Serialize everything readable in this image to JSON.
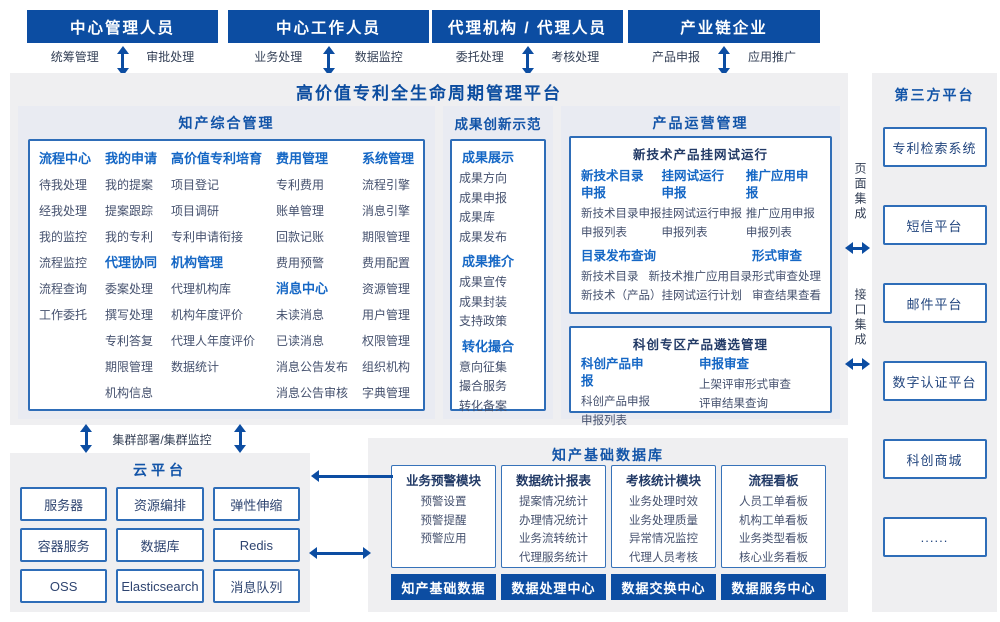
{
  "top_actors": [
    {
      "title": "中心管理人员",
      "left": "统筹管理",
      "right": "审批处理"
    },
    {
      "title": "中心工作人员",
      "left": "业务处理",
      "right": "数据监控"
    },
    {
      "title": "代理机构 / 代理人员",
      "left": "委托处理",
      "right": "考核处理"
    },
    {
      "title": "产业链企业",
      "left": "产品申报",
      "right": "应用推广"
    }
  ],
  "platform_title": "高价值专利全生命周期管理平台",
  "ip_management": {
    "title": "知产综合管理",
    "columns": [
      {
        "entries": [
          {
            "label": "流程中心",
            "type": "header"
          },
          {
            "label": "待我处理",
            "type": "item"
          },
          {
            "label": "经我处理",
            "type": "item"
          },
          {
            "label": "我的监控",
            "type": "item"
          },
          {
            "label": "流程监控",
            "type": "item"
          },
          {
            "label": "流程查询",
            "type": "item"
          },
          {
            "label": "工作委托",
            "type": "item"
          }
        ]
      },
      {
        "entries": [
          {
            "label": "我的申请",
            "type": "header"
          },
          {
            "label": "我的提案",
            "type": "item"
          },
          {
            "label": "提案跟踪",
            "type": "item"
          },
          {
            "label": "我的专利",
            "type": "item"
          },
          {
            "label": "代理协同",
            "type": "header"
          },
          {
            "label": "委案处理",
            "type": "item"
          },
          {
            "label": "撰写处理",
            "type": "item"
          },
          {
            "label": "专利答复",
            "type": "item"
          },
          {
            "label": "期限管理",
            "type": "item"
          },
          {
            "label": "机构信息",
            "type": "item"
          }
        ]
      },
      {
        "entries": [
          {
            "label": "高价值专利培育",
            "type": "header"
          },
          {
            "label": "项目登记",
            "type": "item"
          },
          {
            "label": "项目调研",
            "type": "item"
          },
          {
            "label": "专利申请衔接",
            "type": "item"
          },
          {
            "label": "机构管理",
            "type": "header"
          },
          {
            "label": "代理机构库",
            "type": "item"
          },
          {
            "label": "机构年度评价",
            "type": "item"
          },
          {
            "label": "代理人年度评价",
            "type": "item"
          },
          {
            "label": "数据统计",
            "type": "item"
          }
        ]
      },
      {
        "entries": [
          {
            "label": "费用管理",
            "type": "header"
          },
          {
            "label": "专利费用",
            "type": "item"
          },
          {
            "label": "账单管理",
            "type": "item"
          },
          {
            "label": "回款记账",
            "type": "item"
          },
          {
            "label": "费用预警",
            "type": "item"
          },
          {
            "label": "消息中心",
            "type": "header"
          },
          {
            "label": "未读消息",
            "type": "item"
          },
          {
            "label": "已读消息",
            "type": "item"
          },
          {
            "label": "消息公告发布",
            "type": "item"
          },
          {
            "label": "消息公告审核",
            "type": "item"
          }
        ]
      },
      {
        "entries": [
          {
            "label": "系统管理",
            "type": "header"
          },
          {
            "label": "流程引擎",
            "type": "item"
          },
          {
            "label": "消息引擎",
            "type": "item"
          },
          {
            "label": "期限管理",
            "type": "item"
          },
          {
            "label": "费用配置",
            "type": "item"
          },
          {
            "label": "资源管理",
            "type": "item"
          },
          {
            "label": "用户管理",
            "type": "item"
          },
          {
            "label": "权限管理",
            "type": "item"
          },
          {
            "label": "组织机构",
            "type": "item"
          },
          {
            "label": "字典管理",
            "type": "item"
          }
        ]
      }
    ]
  },
  "achievement": {
    "title": "成果创新示范",
    "entries": [
      {
        "label": "成果展示",
        "type": "header"
      },
      {
        "label": "成果方向",
        "type": "item"
      },
      {
        "label": "成果申报",
        "type": "item"
      },
      {
        "label": "成果库",
        "type": "item"
      },
      {
        "label": "成果发布",
        "type": "item"
      },
      {
        "label": "成果推介",
        "type": "header"
      },
      {
        "label": "成果宣传",
        "type": "item"
      },
      {
        "label": "成果封装",
        "type": "item"
      },
      {
        "label": "支持政策",
        "type": "item"
      },
      {
        "label": "转化撮合",
        "type": "header"
      },
      {
        "label": "意向征集",
        "type": "item"
      },
      {
        "label": "撮合服务",
        "type": "item"
      },
      {
        "label": "转化备案",
        "type": "item"
      }
    ]
  },
  "product_ops": {
    "title": "产品运营管理",
    "online_trial": {
      "title": "新技术产品挂网试运行",
      "columns": [
        {
          "header": "新技术目录申报",
          "items": [
            "新技术目录申报",
            "申报列表"
          ]
        },
        {
          "header": "挂网试运行申报",
          "items": [
            "挂网试运行申报",
            "申报列表"
          ]
        },
        {
          "header": "推广应用申报",
          "items": [
            "推广应用申报",
            "申报列表"
          ]
        }
      ],
      "catalog": {
        "header": "目录发布查询",
        "row1": [
          "新技术目录",
          "新技术推广应用目录"
        ],
        "row2": "新技术（产品）挂网试运行计划"
      },
      "formal": {
        "header": "形式审查",
        "items": [
          "形式审查处理",
          "审查结果查看"
        ]
      }
    },
    "sci_selection": {
      "title": "科创专区产品遴选管理",
      "columns": [
        {
          "header": "科创产品申报",
          "items": [
            "科创产品申报",
            "申报列表"
          ]
        },
        {
          "header": "申报审查",
          "items": [
            "上架评审形式审查",
            "评审结果查询"
          ]
        }
      ]
    }
  },
  "integration": {
    "page": "页面集成",
    "api": "接口集成"
  },
  "third_party": {
    "title": "第三方平台",
    "items": [
      "专利检索系统",
      "短信平台",
      "邮件平台",
      "数字认证平台",
      "科创商城",
      "......"
    ]
  },
  "cluster_label": "集群部署/集群监控",
  "cloud": {
    "title": "云平台",
    "boxes": [
      "服务器",
      "资源编排",
      "弹性伸缩",
      "容器服务",
      "数据库",
      "Redis",
      "OSS",
      "Elasticsearch",
      "消息队列"
    ]
  },
  "data_base": {
    "title": "知产基础数据库",
    "modules": [
      {
        "header": "业务预警模块",
        "items": [
          "预警设置",
          "预警提醒",
          "预警应用"
        ]
      },
      {
        "header": "数据统计报表",
        "items": [
          "提案情况统计",
          "办理情况统计",
          "业务流转统计",
          "代理服务统计"
        ]
      },
      {
        "header": "考核统计模块",
        "items": [
          "业务处理时效",
          "业务处理质量",
          "异常情况监控",
          "代理人员考核"
        ]
      },
      {
        "header": "流程看板",
        "items": [
          "人员工单看板",
          "机构工单看板",
          "业务类型看板",
          "核心业务看板"
        ]
      }
    ],
    "centers": [
      "知产基础数据",
      "数据处理中心",
      "数据交换中心",
      "数据服务中心"
    ]
  },
  "colors": {
    "primary": "#0C4DA2",
    "section_title": "#1254A8",
    "column_header": "#1567C5",
    "inner_title": "#223A66",
    "item_text": "#45516E",
    "box_border": "#2E6DB8",
    "panel_bg": "#EFEFF1",
    "subpanel_bg": "#E9EBF2"
  }
}
